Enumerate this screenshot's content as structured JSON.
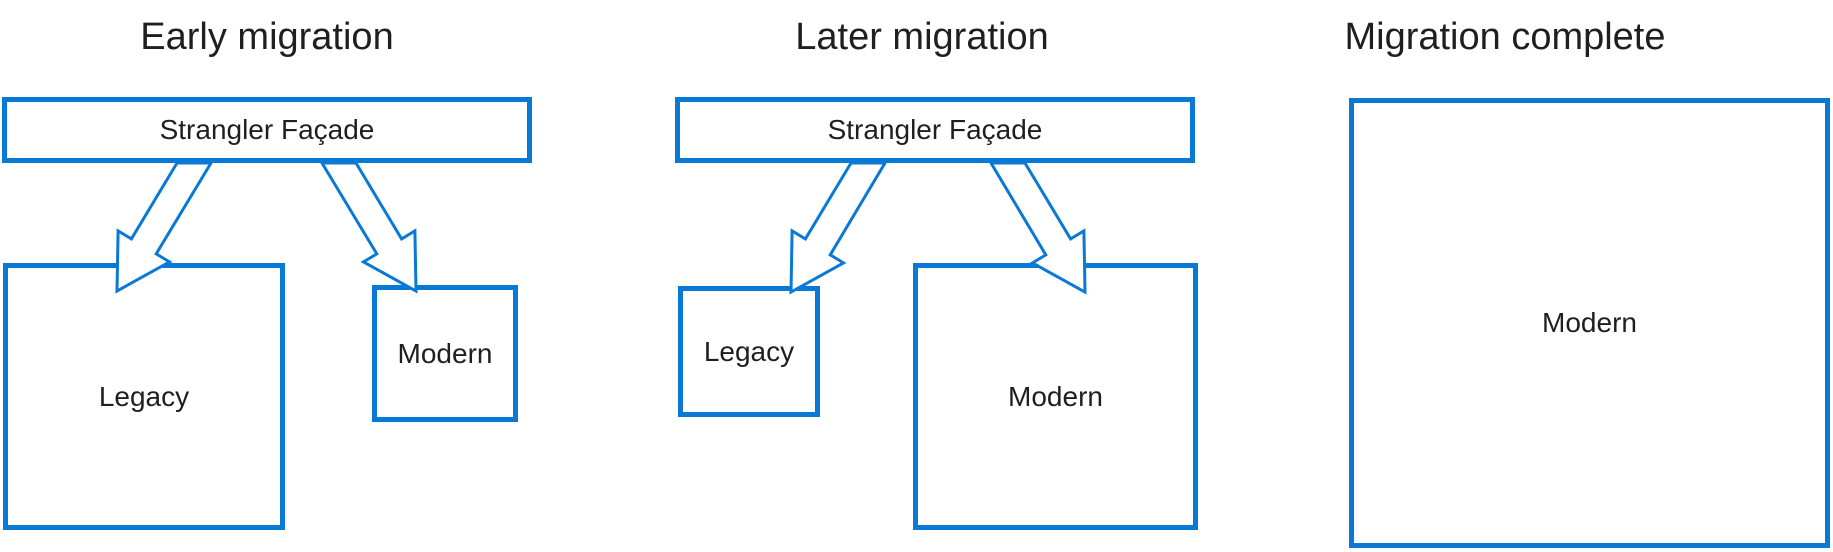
{
  "diagram": {
    "colors": {
      "accent": "#0a79d6",
      "ink": "#1f1f1f",
      "background": "#ffffff"
    },
    "panels": [
      {
        "title": "Early migration",
        "facade_label": "Strangler Façade",
        "boxes": [
          {
            "label": "Legacy",
            "size": "large"
          },
          {
            "label": "Modern",
            "size": "small"
          }
        ],
        "arrows": [
          {
            "from": "Strangler Façade",
            "to": "Legacy"
          },
          {
            "from": "Strangler Façade",
            "to": "Modern"
          }
        ]
      },
      {
        "title": "Later migration",
        "facade_label": "Strangler Façade",
        "boxes": [
          {
            "label": "Legacy",
            "size": "small"
          },
          {
            "label": "Modern",
            "size": "large"
          }
        ],
        "arrows": [
          {
            "from": "Strangler Façade",
            "to": "Legacy"
          },
          {
            "from": "Strangler Façade",
            "to": "Modern"
          }
        ]
      },
      {
        "title": "Migration complete",
        "boxes": [
          {
            "label": "Modern",
            "size": "full"
          }
        ],
        "arrows": []
      }
    ]
  }
}
